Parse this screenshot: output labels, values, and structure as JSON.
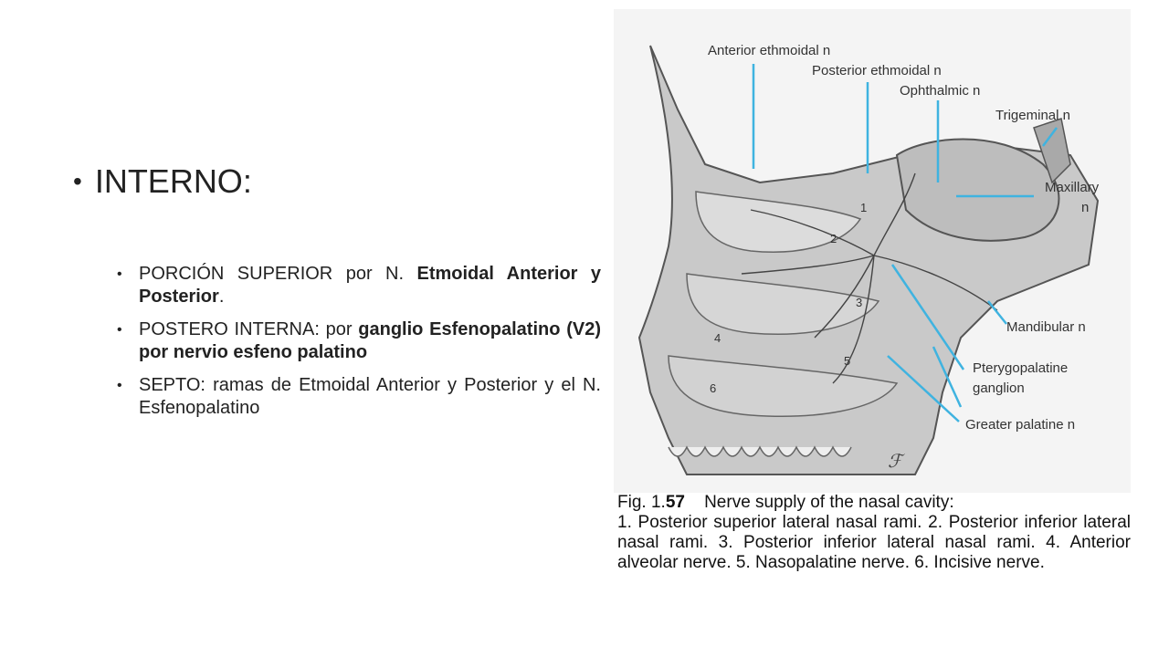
{
  "heading": "INTERNO:",
  "bullets": [
    {
      "t1": "PORCIÓN SUPERIOR por N. ",
      "b1": "Etmoidal Anterior y Posterior",
      "t2": "."
    },
    {
      "t1": "POSTERO INTERNA: por ",
      "b1": "ganglio Esfenopalatino (V2) por nervio esfeno palatino",
      "t2": ""
    },
    {
      "t1": "SEPTO: ramas de Etmoidal Anterior y Posterior y el N. Esfenopalatino",
      "b1": "",
      "t2": ""
    }
  ],
  "figure": {
    "labels": {
      "anterior_ethmoidal": "Anterior ethmoidal n",
      "posterior_ethmoidal": "Posterior ethmoidal n",
      "ophthalmic": "Ophthalmic n",
      "trigeminal": "Trigeminal n",
      "maxillary_1": "Maxillary",
      "maxillary_2": "n",
      "mandibular": "Mandibular n",
      "pterygopalatine_1": "Pterygopalatine",
      "pterygopalatine_2": "ganglion",
      "greater_palatine": "Greater palatine n"
    },
    "numbers": [
      "1",
      "2",
      "3",
      "4",
      "5",
      "6"
    ],
    "leader_color": "#3fb3e0"
  },
  "caption": {
    "fig_prefix": "Fig. 1.",
    "fig_num": "57",
    "title": "Nerve supply of the nasal cavity:",
    "body": "1. Posterior superior lateral nasal rami. 2. Posterior inferior lateral nasal rami. 3. Posterior inferior lateral nasal rami. 4. Anterior alveolar nerve. 5. Nasopalatine nerve. 6. Incisive nerve."
  }
}
